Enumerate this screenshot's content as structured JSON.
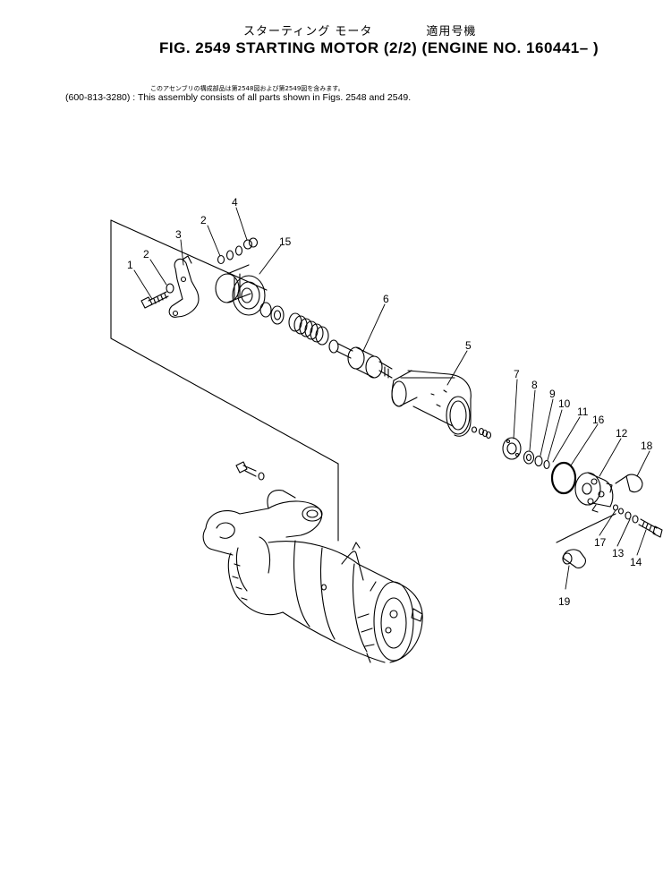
{
  "header": {
    "jp_title_left": "スターティング モータ",
    "jp_title_right": "適用号機",
    "main_title": "FIG. 2549  STARTING  MOTOR  (2/2)  (ENGINE  NO. 160441– )",
    "jp_note": "このアセンブリの構成部品は第2548図および第2549図を含みます。",
    "en_note": "(600-813-3280) : This assembly consists of all parts shown in Figs. 2548 and 2549."
  },
  "callouts": {
    "c1": "1",
    "c2a": "2",
    "c2b": "2",
    "c3": "3",
    "c4": "4",
    "c5": "5",
    "c6": "6",
    "c7": "7",
    "c8": "8",
    "c9": "9",
    "c10": "10",
    "c11": "11",
    "c12": "12",
    "c13": "13",
    "c14": "14",
    "c15": "15",
    "c16": "16",
    "c17": "17",
    "c18": "18",
    "c19": "19"
  }
}
